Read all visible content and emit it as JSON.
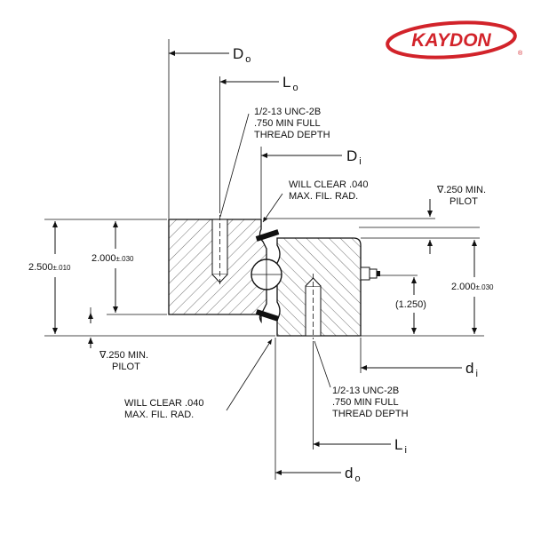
{
  "brand": {
    "logo_text": "KAYDON",
    "registered_mark": "®",
    "color": "#d2232a"
  },
  "labels": {
    "Do_main": "D",
    "Do_sub": "o",
    "Lo_main": "L",
    "Lo_sub": "o",
    "Di_main": "D",
    "Di_sub": "i",
    "di_main": "d",
    "di_sub": "i",
    "Li_main": "L",
    "Li_sub": "i",
    "do_main": "d",
    "do_sub": "o",
    "thread_top": [
      "1/2-13 UNC-2B",
      ".750 MIN FULL",
      "THREAD DEPTH"
    ],
    "thread_bottom": [
      "1/2-13 UNC-2B",
      ".750 MIN FULL",
      "THREAD DEPTH"
    ],
    "clear_top": [
      "WILL CLEAR .040",
      "MAX. FIL. RAD."
    ],
    "clear_bottom": [
      "WILL CLEAR .040",
      "MAX. FIL. RAD."
    ],
    "pilot_top": [
      "∇.250 MIN.",
      "PILOT"
    ],
    "pilot_bottom": [
      "∇.250 MIN.",
      "PILOT"
    ],
    "dim_2500": "2.500",
    "dim_2500_tol": "±.010",
    "dim_2000_left": "2.000",
    "dim_2000_left_tol": "±.030",
    "dim_2000_right": "2.000",
    "dim_2000_right_tol": "±.030",
    "dim_1250": "(1.250)"
  }
}
